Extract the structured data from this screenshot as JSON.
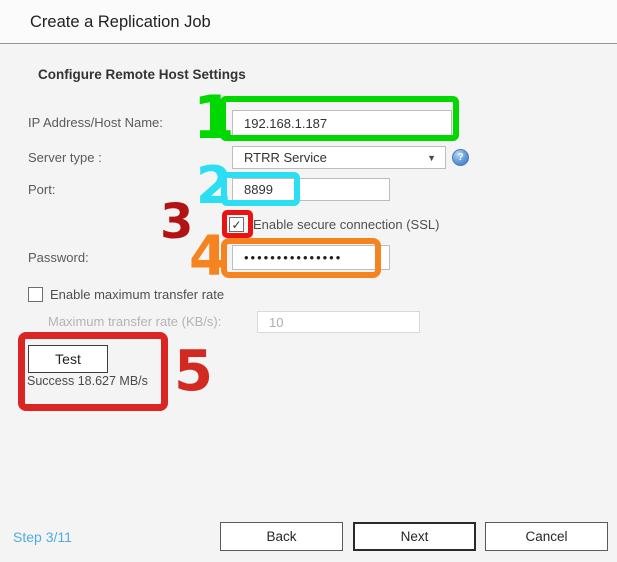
{
  "window": {
    "title": "Create a Replication Job"
  },
  "content": {
    "section_heading": "Configure Remote Host Settings",
    "step_label": "Step 3/11"
  },
  "form": {
    "ip_address": {
      "label": "IP Address/Host Name:",
      "value": "192.168.1.187"
    },
    "server_type": {
      "label": "Server type :",
      "value": "RTRR Service"
    },
    "port": {
      "label": "Port:",
      "value": "8899"
    },
    "ssl_checkbox": {
      "label": "Enable secure connection (SSL)",
      "checked": true
    },
    "password": {
      "label": "Password:",
      "masked_value": "•••••••••••••••"
    },
    "max_rate_checkbox": {
      "label": "Enable maximum transfer rate",
      "checked": false
    },
    "max_rate": {
      "label": "Maximum transfer rate (KB/s):",
      "value": "10",
      "disabled": true
    },
    "test": {
      "button_label": "Test",
      "result_text": "Success 18.627 MB/s"
    }
  },
  "footer": {
    "back_label": "Back",
    "next_label": "Next",
    "cancel_label": "Cancel"
  },
  "annotations": [
    {
      "number": "1",
      "color": "#00d800",
      "target": "ip-address-input"
    },
    {
      "number": "2",
      "color": "#2cdef2",
      "target": "port-input"
    },
    {
      "number": "3",
      "box_color": "#e81414",
      "digit_color": "#b21313",
      "target": "ssl-checkbox"
    },
    {
      "number": "4",
      "color": "#f5831f",
      "target": "password-input"
    },
    {
      "number": "5",
      "color": "#da2522",
      "target": "test-button-area"
    }
  ],
  "icons": {
    "help_glyph": "?",
    "dropdown_glyph": "▼",
    "checkmark_glyph": "✓"
  },
  "colors": {
    "step_text": "#4fadde",
    "header_bg": "#fbfbfb",
    "body_bg": "#f4f4f5"
  }
}
